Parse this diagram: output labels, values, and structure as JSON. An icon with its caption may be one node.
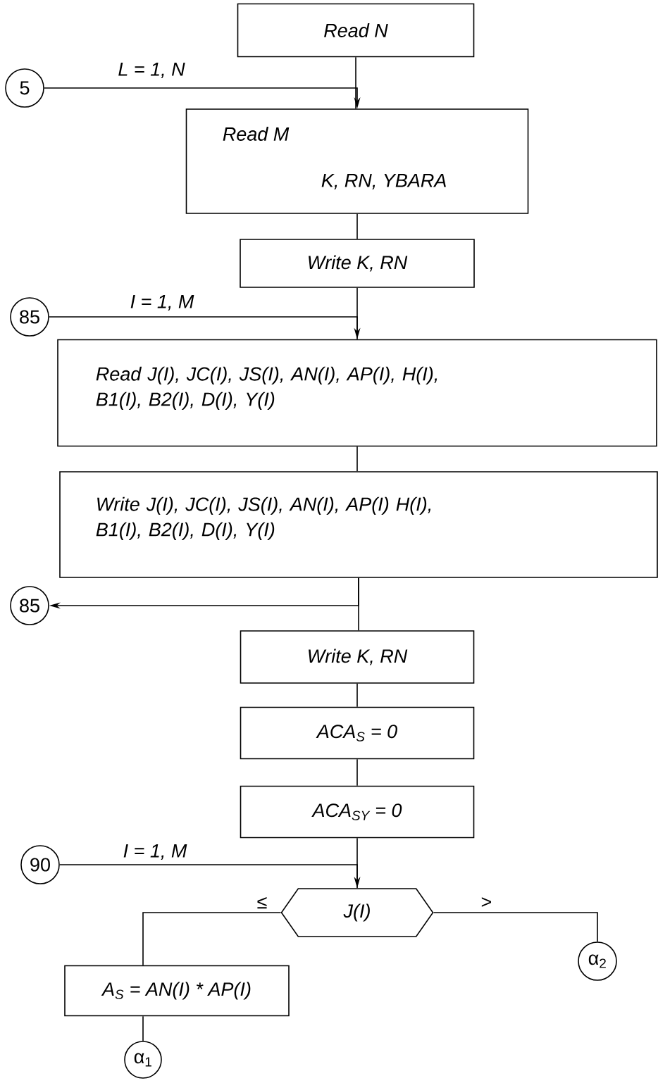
{
  "diagram": {
    "nodes": [
      {
        "text": [
          "Read N"
        ]
      },
      {
        "text": [
          "5"
        ]
      },
      {
        "text": [
          "Read M",
          "K, RN, YBARA"
        ]
      },
      {
        "text": [
          "Write K, RN"
        ]
      },
      {
        "text": [
          "85"
        ]
      },
      {
        "text": [
          "Read J(I), JC(I), JS(I), AN(I), AP(I), H(I), B1(I), B2(I), D(I), Y(I)"
        ]
      },
      {
        "text": [
          "Write J(I), JC(I), JS(I), AN(I), AP(I) H(I), B1(I), B2(I), D(I), Y(I)"
        ]
      },
      {
        "text": [
          "85"
        ]
      },
      {
        "text": [
          "Write K, RN"
        ]
      },
      {
        "text": [
          "ACA$_{S}$ = 0"
        ]
      },
      {
        "text": [
          "ACA$_{SY}$ = 0"
        ]
      },
      {
        "text": [
          "90"
        ]
      },
      {
        "text": [
          "J(I)"
        ]
      },
      {
        "text": [
          "α$_{2}$"
        ]
      },
      {
        "text": [
          "A$_{S}$ = AN(I) * AP(I)"
        ]
      },
      {
        "text": [
          "α$_{1}$"
        ]
      }
    ],
    "edges": [
      {
        "from": 0,
        "to": 2,
        "arrow": "none"
      },
      {
        "from": 1,
        "to": 2,
        "arrow": "to",
        "label": "L = 1, N"
      },
      {
        "from": 2,
        "to": 3,
        "arrow": "none"
      },
      {
        "from": 3,
        "to": 5,
        "arrow": "none"
      },
      {
        "from": 4,
        "to": 5,
        "arrow": "to",
        "label": "I = 1, M"
      },
      {
        "from": 5,
        "to": 6,
        "arrow": "none"
      },
      {
        "from": 6,
        "to": 7,
        "arrow": "to"
      },
      {
        "from": 6,
        "to": 8,
        "arrow": "none"
      },
      {
        "from": 8,
        "to": 9,
        "arrow": "none"
      },
      {
        "from": 9,
        "to": 10,
        "arrow": "none"
      },
      {
        "from": 10,
        "to": 12,
        "arrow": "none"
      },
      {
        "from": 11,
        "to": 12,
        "arrow": "to",
        "label": "I = 1, M"
      },
      {
        "from": 12,
        "to": 14,
        "arrow": "none",
        "label": "≤"
      },
      {
        "from": 12,
        "to": 13,
        "arrow": "none",
        "label": ">"
      },
      {
        "from": 14,
        "to": 15,
        "arrow": "none"
      }
    ]
  }
}
